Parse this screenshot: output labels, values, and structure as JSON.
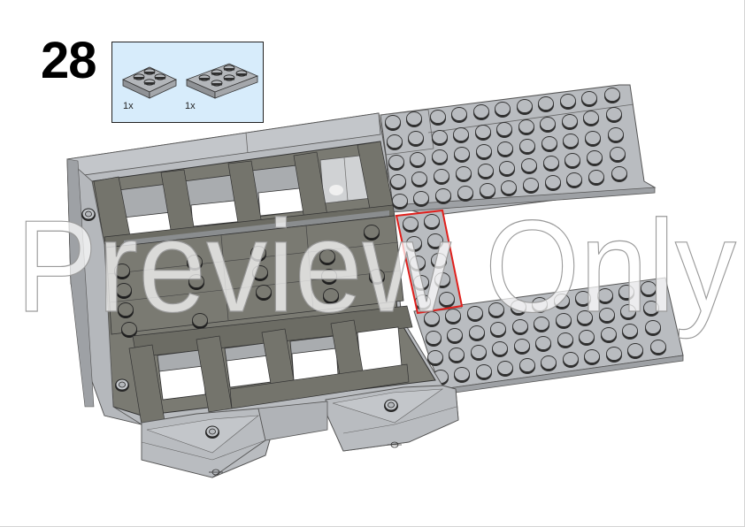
{
  "page": {
    "type": "building-instructions",
    "step": {
      "number": "28"
    },
    "parts_list": {
      "items": [
        {
          "name": "plate-2x2",
          "color": "light-bluish-gray",
          "quantity": "1x"
        },
        {
          "name": "plate-2x3",
          "color": "light-bluish-gray",
          "quantity": "1x"
        }
      ],
      "background": "#d7ecfb"
    },
    "model": {
      "description": "Isometric view of assembled base with dark gray frame, light gray border plates and two light gray stud plates extending to the right",
      "highlight": {
        "color": "#e0201c",
        "note": "New 2x4 stud area added in this step"
      }
    },
    "watermark": {
      "text": "Preview Only"
    },
    "colors": {
      "light_gray": "#b9bcc0",
      "dark_gray": "#7a7a72",
      "stud_shadow": "#3a3a3a",
      "highlight_red": "#e0201c",
      "parts_box_bg": "#d7ecfb"
    }
  }
}
